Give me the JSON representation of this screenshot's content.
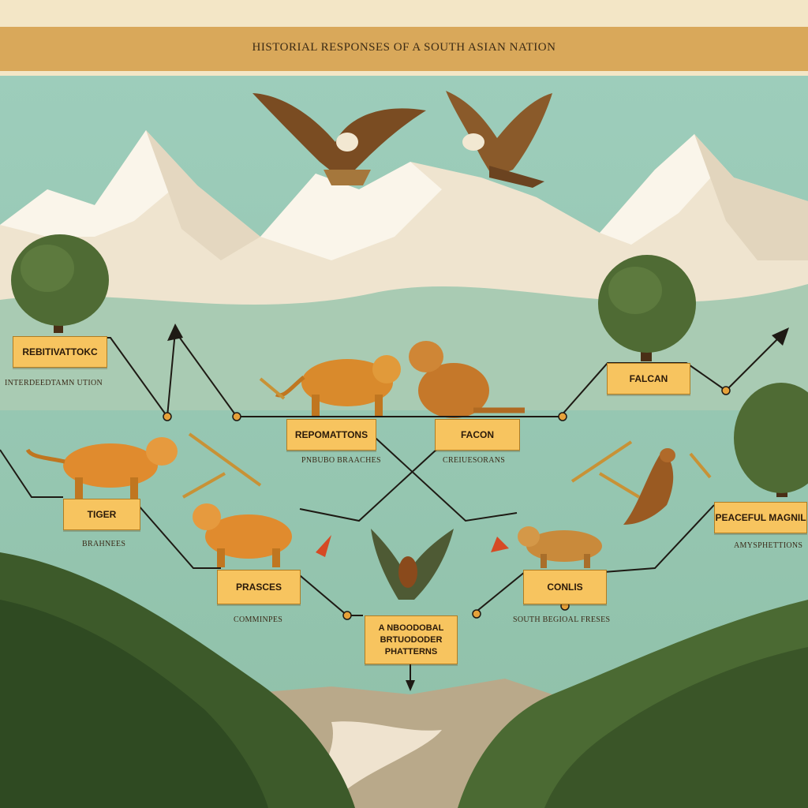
{
  "title": "HISTORIAL RESPONSES OF A SOUTH ASIAN NATION",
  "colors": {
    "paper": "#f3e6c6",
    "banner": "#d9a85a",
    "sky": "#93c4b0",
    "snow": "#f4ecdc",
    "label_fill": "#f7c45f",
    "line": "#1e1a14",
    "forest": "#3d5a2a"
  },
  "nodes": {
    "reconciliation": "REBITIVATTOKC",
    "reponations": "REPOMATTONS",
    "faclon_center": "FACON",
    "faclon_right": "FALCAN",
    "tiger": "TIGER",
    "peaceful": "PEACEFUL MAGNIL",
    "prasces": "PRASCES",
    "conlis": "CONLIS",
    "center": "A NBOODOBAL BRTUODODER PHATTERNS"
  },
  "captions": {
    "left_top": "INTERDEEDTAMN UTION",
    "center_left": "PNBUBO BRAACHES",
    "center_right": "CREIUESORANS",
    "tiger": "BRAHNEES",
    "peaceful": "AMYSPHETTIONS",
    "prasces": "COMMINPES",
    "conlis": "SOUTH BEGIOAL FRESES"
  },
  "icons": [
    "eagle-icon",
    "hawk-icon",
    "tiger-icon",
    "leopard-icon",
    "falcon-icon",
    "tree-icon",
    "sword-icon",
    "arrow-icon"
  ]
}
